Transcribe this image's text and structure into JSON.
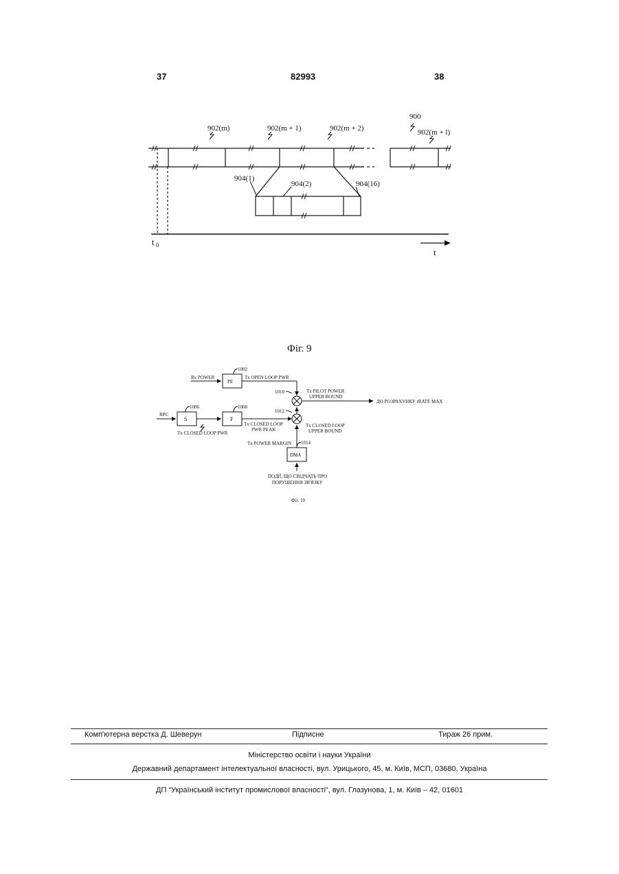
{
  "header": {
    "page_left": "37",
    "patent_number": "82993",
    "page_right": "38"
  },
  "fig9": {
    "labels": {
      "ref_900": "900",
      "frame_m": "902(m)",
      "frame_m1": "902(m + 1)",
      "frame_m2": "902(m + 2)",
      "frame_ml": "902(m + l)",
      "slot_1": "904(1)",
      "slot_2": "904(2)",
      "slot_16": "904(16)",
      "t0": "t",
      "t0_sub": "0",
      "t": "t"
    },
    "caption": "Фіг. 9"
  },
  "fig10": {
    "blocks": {
      "pe": "PE",
      "s": "S",
      "f": "F",
      "dma": "DMA"
    },
    "refs": {
      "r1002": "1002",
      "r1006": "1006",
      "r1008": "1008",
      "r1010": "1010",
      "r1012": "1012",
      "r1014": "1014"
    },
    "labels": {
      "rx_power": "Rx POWER",
      "tx_open_loop": "Tx OPEN LOOP PWR",
      "tx_pilot_1": "Tx PILOT POWER",
      "tx_pilot_2": "UPPER BOUND",
      "output": "ДО РОЗРАХУНКУ rRATE MAX",
      "rpc": "RPC",
      "tx_closed_loop_pwr": "Tx CLOSED LOOP PWR",
      "tx_closed_peak_1": "Tx CLOSED LOOP",
      "tx_closed_peak_2": "PWR PEAK",
      "tx_closed_upper_1": "Tx CLOSED LOOP",
      "tx_closed_upper_2": "UPPER BOUND",
      "tx_power_margin": "Tx POWER MARGIN",
      "events_1": "ПОДІЇ, ЩО СВІДЧАТЬ ПРО",
      "events_2": "ПОРУШЕННЯ ЗВ'ЯЗКУ"
    },
    "caption": "Фіг. 10"
  },
  "footer": {
    "layout_credit": "Комп'ютерна верстка Д. Шеверун",
    "signed": "Підписне",
    "circulation": "Тираж 26 прим.",
    "ministry": "Міністерство освіти і науки України",
    "department": "Державний департамент інтелектуальної власності, вул. Урицького, 45, м. Київ, МСП, 03680, Україна",
    "institute": "ДП “Український інститут промислової власності”, вул. Глазунова, 1, м. Київ – 42, 01601"
  }
}
